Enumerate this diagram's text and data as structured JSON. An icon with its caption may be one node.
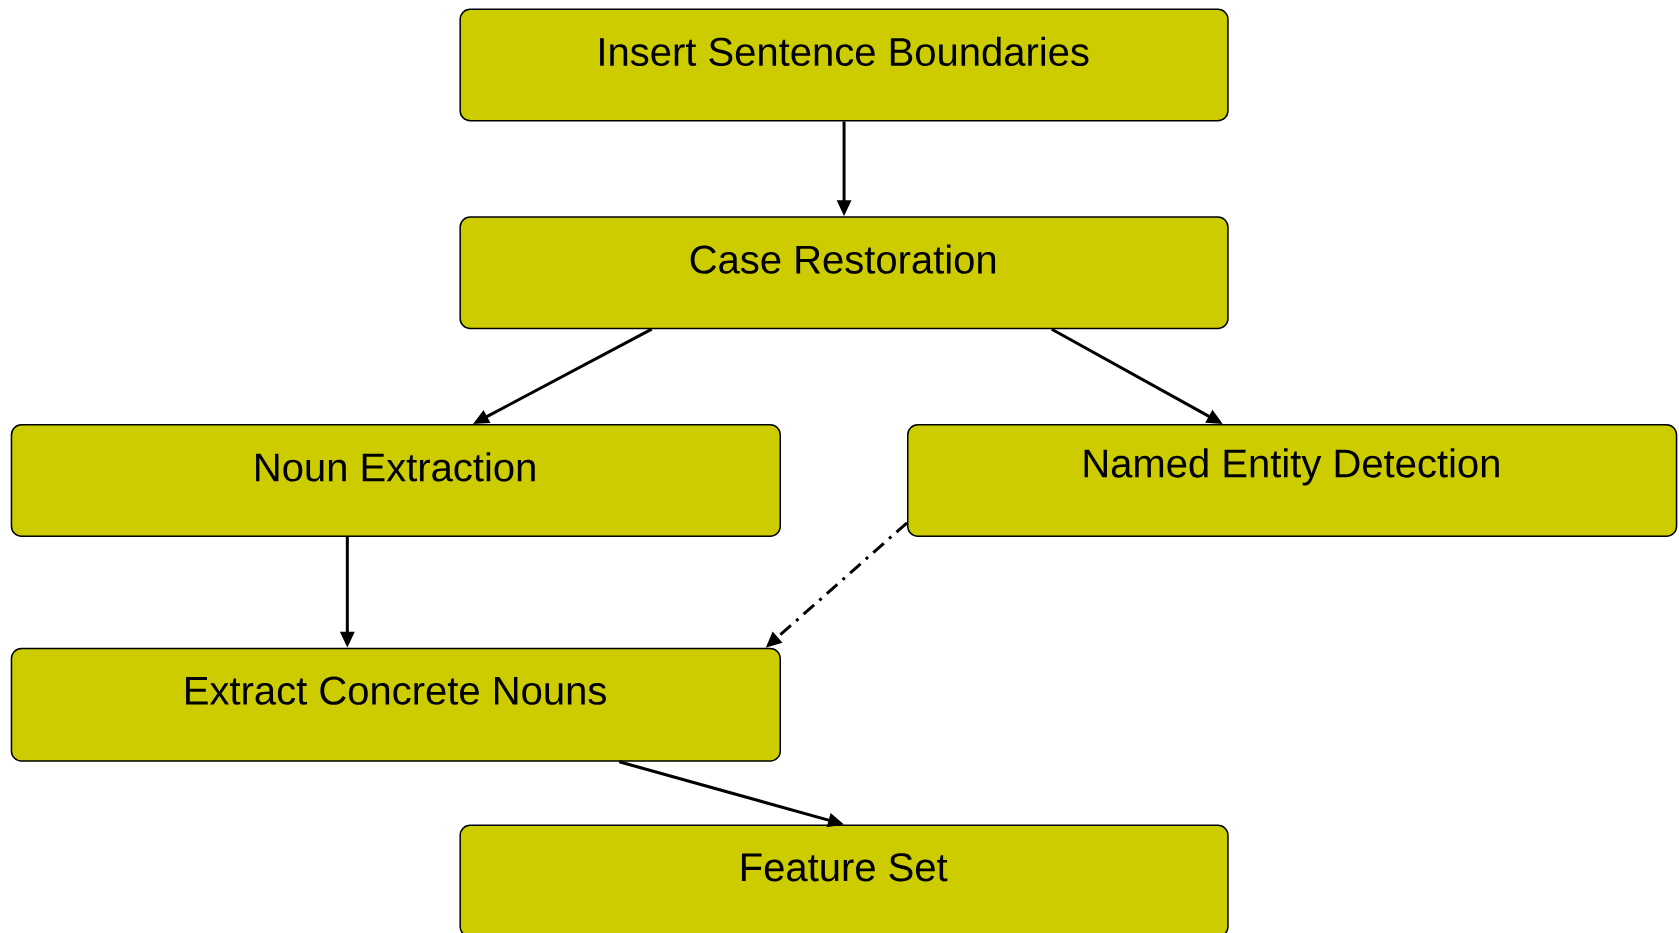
{
  "diagram": {
    "nodes": [
      {
        "text": [
          "Insert Sentence Boundaries"
        ]
      },
      {
        "text": [
          "Case Restoration"
        ]
      },
      {
        "text": [
          "Noun Extraction"
        ]
      },
      {
        "text": [
          "Named Entity Detection"
        ]
      },
      {
        "text": [
          "Extract Concrete Nouns"
        ]
      },
      {
        "text": [
          "Feature Set"
        ]
      }
    ],
    "edges": [
      {
        "from": 0,
        "to": 1,
        "arrow": "to"
      },
      {
        "from": 1,
        "to": 2,
        "arrow": "to"
      },
      {
        "from": 1,
        "to": 3,
        "arrow": "to"
      },
      {
        "from": 2,
        "to": 4,
        "arrow": "to"
      },
      {
        "from": 3,
        "to": 4,
        "arrow": "to",
        "style": "dashed"
      },
      {
        "from": 4,
        "to": 5,
        "arrow": "to"
      }
    ]
  }
}
